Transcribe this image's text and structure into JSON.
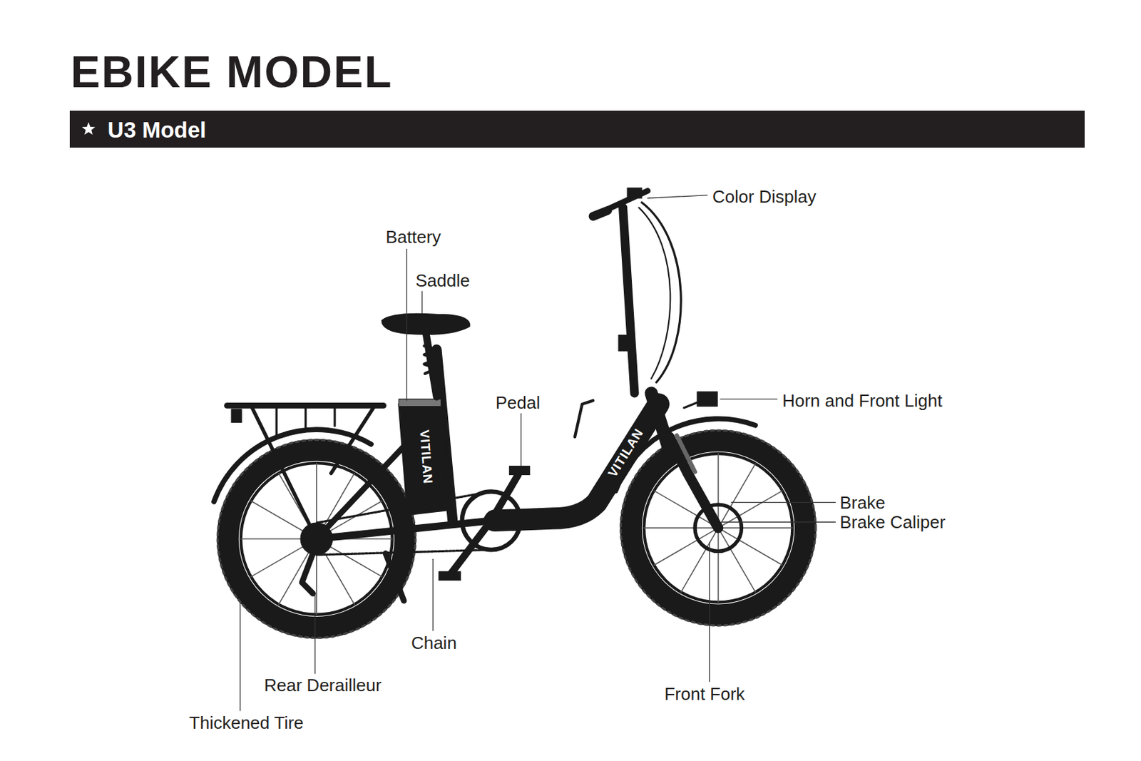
{
  "diagram": {
    "title": "EBIKE MODEL",
    "nodes": [
      {
        "text": [
          "U3 Model"
        ]
      }
    ],
    "labels": [
      "Color Display",
      "Battery",
      "Saddle",
      "Pedal",
      "Horn and Front Light",
      "VITILAN",
      "VITILAN",
      "Brake",
      "Brake Caliper",
      "Chain",
      "Front Fork",
      "Rear Derailleur",
      "Thickened Tire"
    ]
  }
}
